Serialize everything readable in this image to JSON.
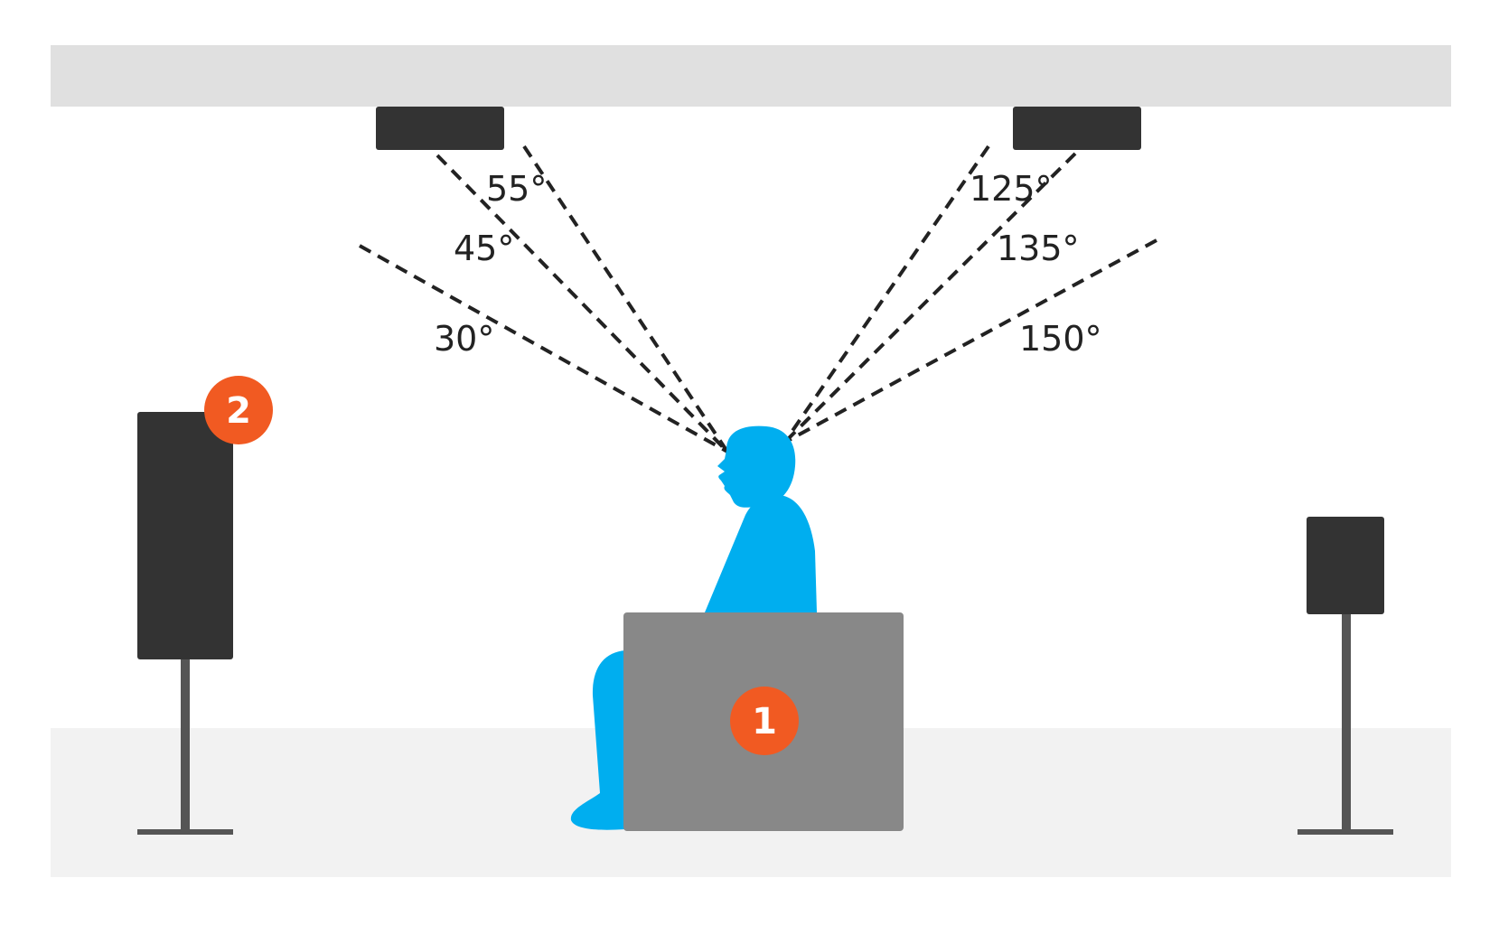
{
  "colors": {
    "ceiling": "#e0e0e0",
    "floor": "#f2f2f2",
    "speaker": "#333333",
    "stand": "#555555",
    "seat": "#888888",
    "person": "#00aeef",
    "badge": "#f15a22",
    "dash_line": "#222222"
  },
  "angles": {
    "left": [
      "30°",
      "45°",
      "55°"
    ],
    "right": [
      "125°",
      "135°",
      "150°"
    ]
  },
  "badges": {
    "seat": "1",
    "front_speaker": "2"
  }
}
